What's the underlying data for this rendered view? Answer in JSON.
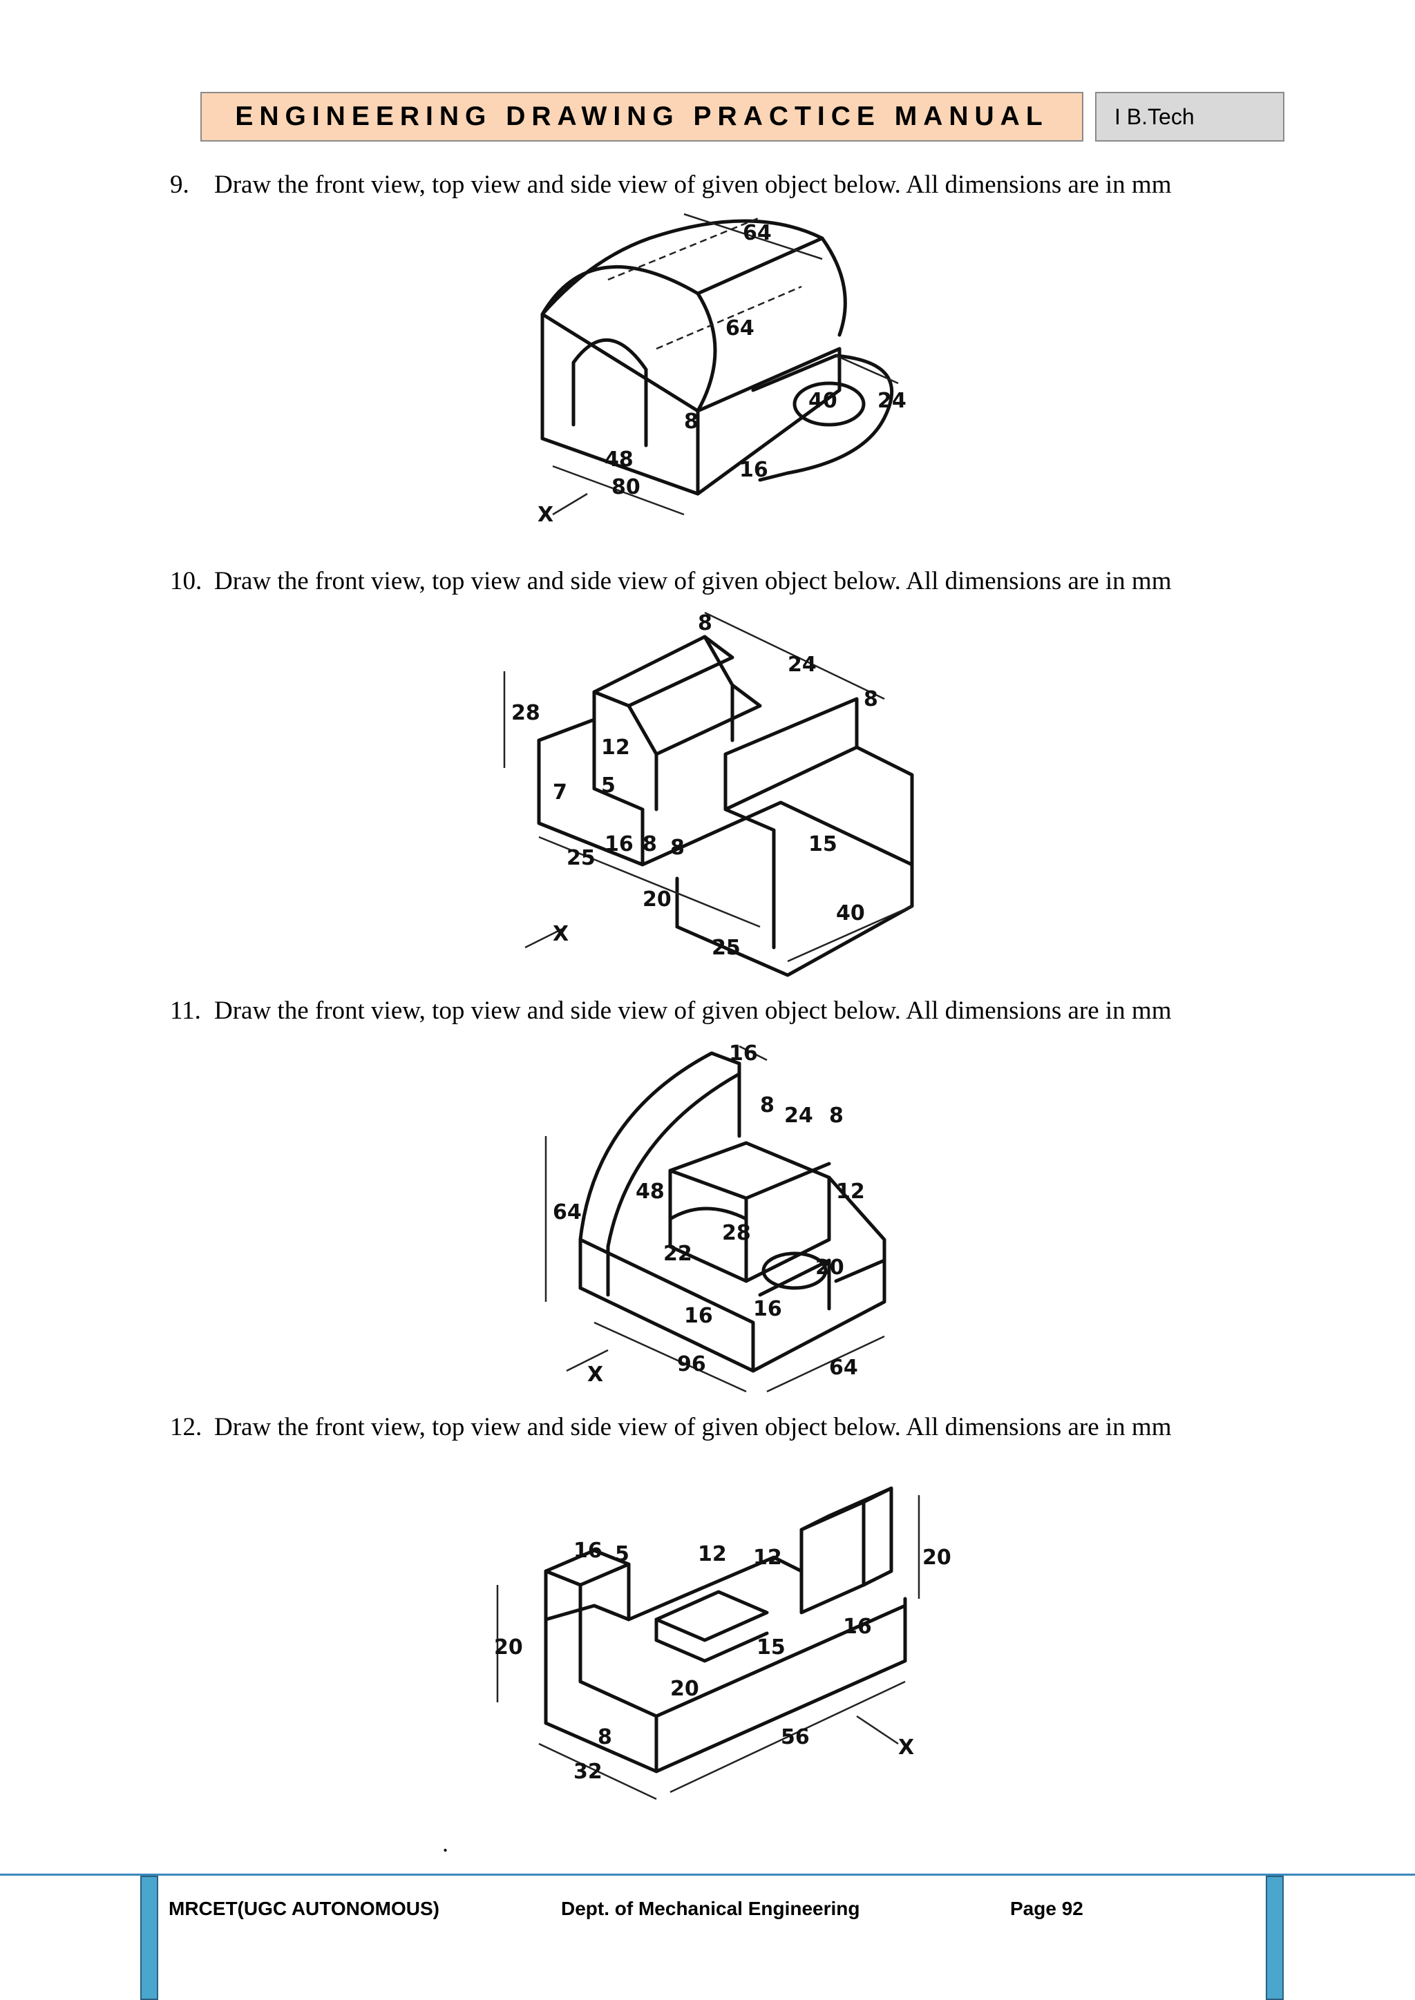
{
  "header": {
    "title": "ENGINEERING DRAWING PRACTICE MANUAL",
    "badge": "I B.Tech"
  },
  "questions": [
    {
      "number": "9.",
      "text": "Draw the front view, top view and side view of given object below. All dimensions are in mm",
      "figure_labels": [
        "64",
        "64",
        "24",
        "40",
        "8",
        "16",
        "48",
        "80",
        "X"
      ]
    },
    {
      "number": "10.",
      "text": "Draw the front view, top view and side view of given object below. All dimensions are in mm",
      "figure_labels": [
        "8",
        "24",
        "8",
        "28",
        "12",
        "5",
        "7",
        "16",
        "8",
        "8",
        "25",
        "20",
        "15",
        "40",
        "25",
        "X"
      ]
    },
    {
      "number": "11.",
      "text": "Draw the front view, top view and side view of given object below. All dimensions are in mm",
      "figure_labels": [
        "16",
        "8",
        "24",
        "8",
        "48",
        "28",
        "12",
        "64",
        "22",
        "20",
        "16",
        "16",
        "96",
        "64",
        "X"
      ]
    },
    {
      "number": "12.",
      "text": "Draw the front view, top view and side view of given object below. All dimensions are in mm",
      "figure_labels": [
        "16",
        "5",
        "12",
        "12",
        "20",
        "20",
        "16",
        "15",
        "20",
        "8",
        "32",
        "56",
        "X"
      ]
    }
  ],
  "page_mark": ".",
  "footer": {
    "institution": "MRCET(UGC AUTONOMOUS)",
    "department": "Dept. of Mechanical Engineering",
    "page": "Page 92"
  }
}
